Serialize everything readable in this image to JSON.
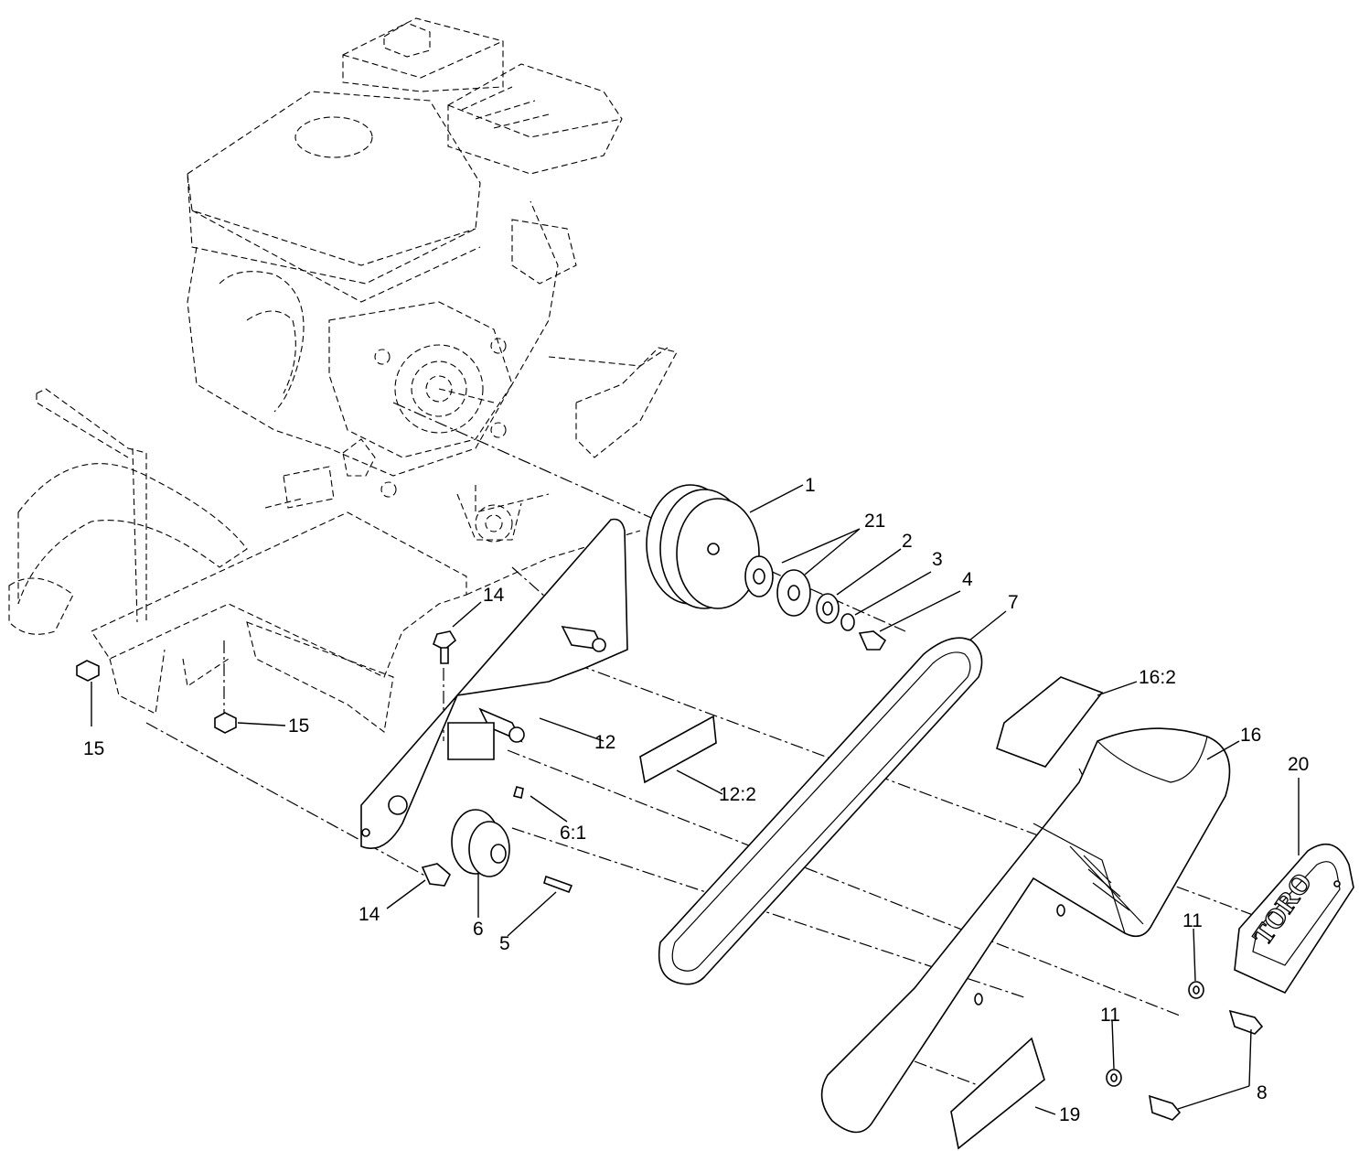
{
  "callouts": {
    "c1": "1",
    "c21": "21",
    "c2": "2",
    "c3": "3",
    "c4": "4",
    "c7": "7",
    "c14_top": "14",
    "c15_left": "15",
    "c15_mid": "15",
    "c12": "12",
    "c12_2": "12:2",
    "c6_1": "6:1",
    "c14_bottom": "14",
    "c6": "6",
    "c5": "5",
    "c16_2": "16:2",
    "c16": "16",
    "c20": "20",
    "c11_upper": "11",
    "c11_lower": "11",
    "c8": "8",
    "c19": "19"
  },
  "decal_brand": "TORO"
}
